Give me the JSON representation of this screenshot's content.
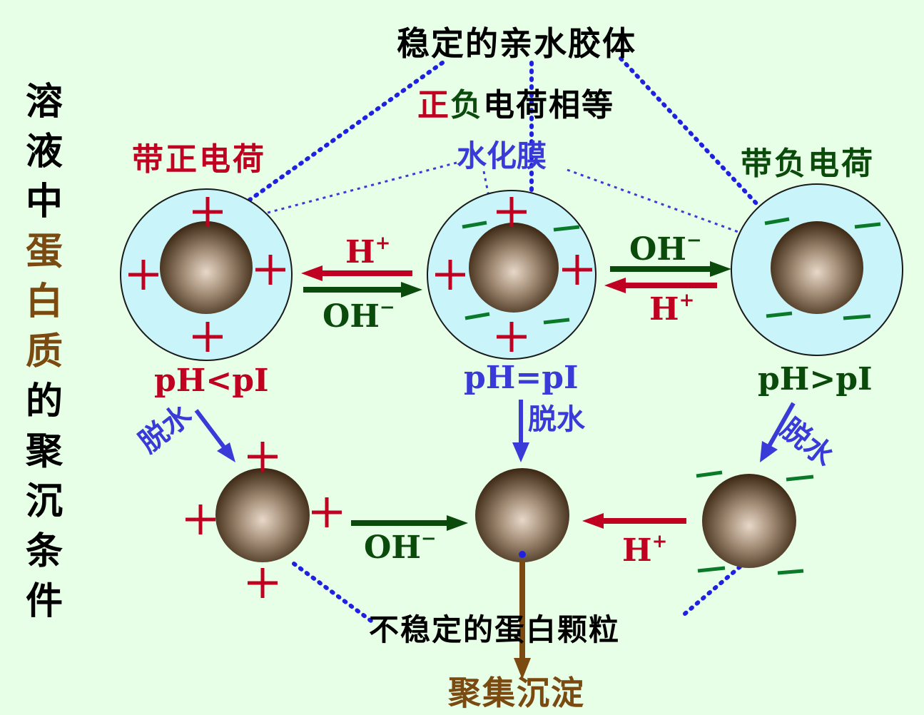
{
  "title_vertical": [
    "溶",
    "液",
    "中",
    "蛋",
    "白",
    "质",
    "的",
    "聚",
    "沉",
    "条",
    "件"
  ],
  "labels": {
    "stable_colloid": "稳定的亲水胶体",
    "charge_equal_a": "正",
    "charge_equal_b": "负",
    "charge_equal_c": "电荷相等",
    "hydration_film": "水化膜",
    "positive_charge": "带正电荷",
    "negative_charge": "带负电荷",
    "ph_lt": "pH<pI",
    "ph_eq": "pH=pI",
    "ph_gt": "pH>pI",
    "dehydrate": "脱水",
    "unstable": "不稳定的蛋白颗粒",
    "precipitate": "聚集沉淀",
    "h": "H",
    "h_sup": "+",
    "oh": "OH",
    "oh_sup": "−"
  },
  "colors": {
    "background": "#e6ffe6",
    "positive": "#c00020",
    "negative": "#0a4a0a",
    "blue": "#3a3ad8",
    "brown": "#7a4a10",
    "film": "#c8f4fa"
  }
}
